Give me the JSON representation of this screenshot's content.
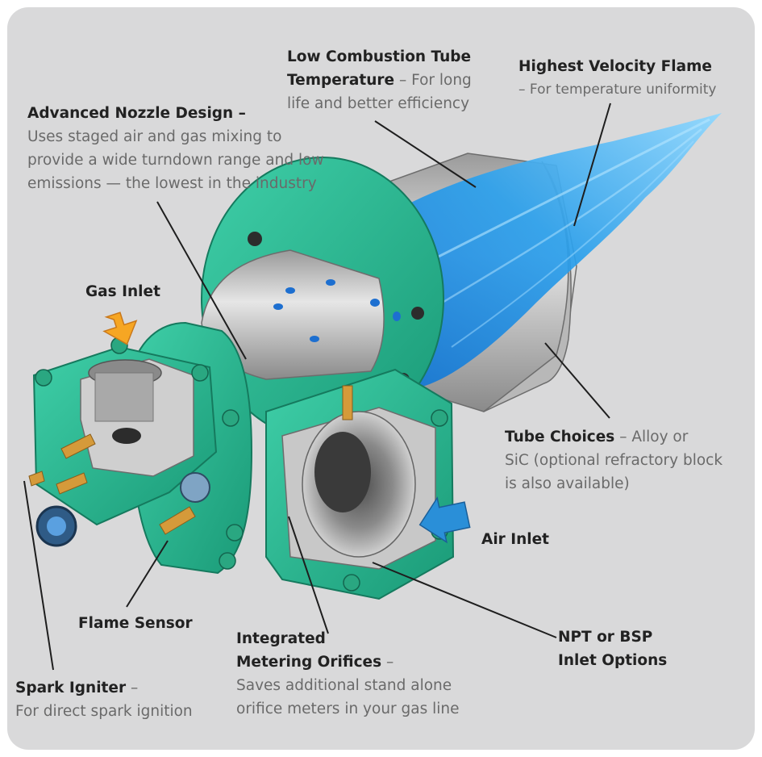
{
  "colors": {
    "panel_background": "#d9d9da",
    "burner_body": "#23b68f",
    "flame_blue": "#1d8fe0",
    "gas_arrow": "#f6a623",
    "air_arrow": "#2a8fd8",
    "heading_text": "#222222",
    "body_text": "#6a6a6a"
  },
  "callouts": {
    "low_combustion": {
      "title_1": "Low Combustion Tube",
      "title_2": "Temperature",
      "desc_1": " – For long",
      "desc_2": "life and better efficiency"
    },
    "highest_velocity": {
      "title": "Highest Velocity Flame",
      "desc": "– For temperature uniformity"
    },
    "nozzle": {
      "title": "Advanced Nozzle Design –",
      "desc_1": "Uses staged air and gas mixing to",
      "desc_2": "provide a wide turndown range and low",
      "desc_3": "emissions — the lowest in the industry"
    },
    "gas_inlet": {
      "title": "Gas Inlet"
    },
    "tube_choices": {
      "title": "Tube Choices",
      "desc_1": " – Alloy or",
      "desc_2": "SiC (optional refractory block",
      "desc_3": "is also available)"
    },
    "air_inlet": {
      "title": "Air Inlet"
    },
    "flame_sensor": {
      "title": "Flame Sensor"
    },
    "metering": {
      "title_1": "Integrated",
      "title_2": "Metering Orifices",
      "desc_1": " –",
      "desc_2": "Saves additional stand alone",
      "desc_3": "orifice meters in your gas line"
    },
    "npt": {
      "title_1": "NPT or BSP",
      "title_2": "Inlet Options"
    },
    "spark": {
      "title": "Spark Igniter",
      "desc_1": " –",
      "desc_2": "For direct spark ignition"
    }
  },
  "icons": [
    "gas-inlet-arrow-icon",
    "air-inlet-arrow-icon"
  ]
}
